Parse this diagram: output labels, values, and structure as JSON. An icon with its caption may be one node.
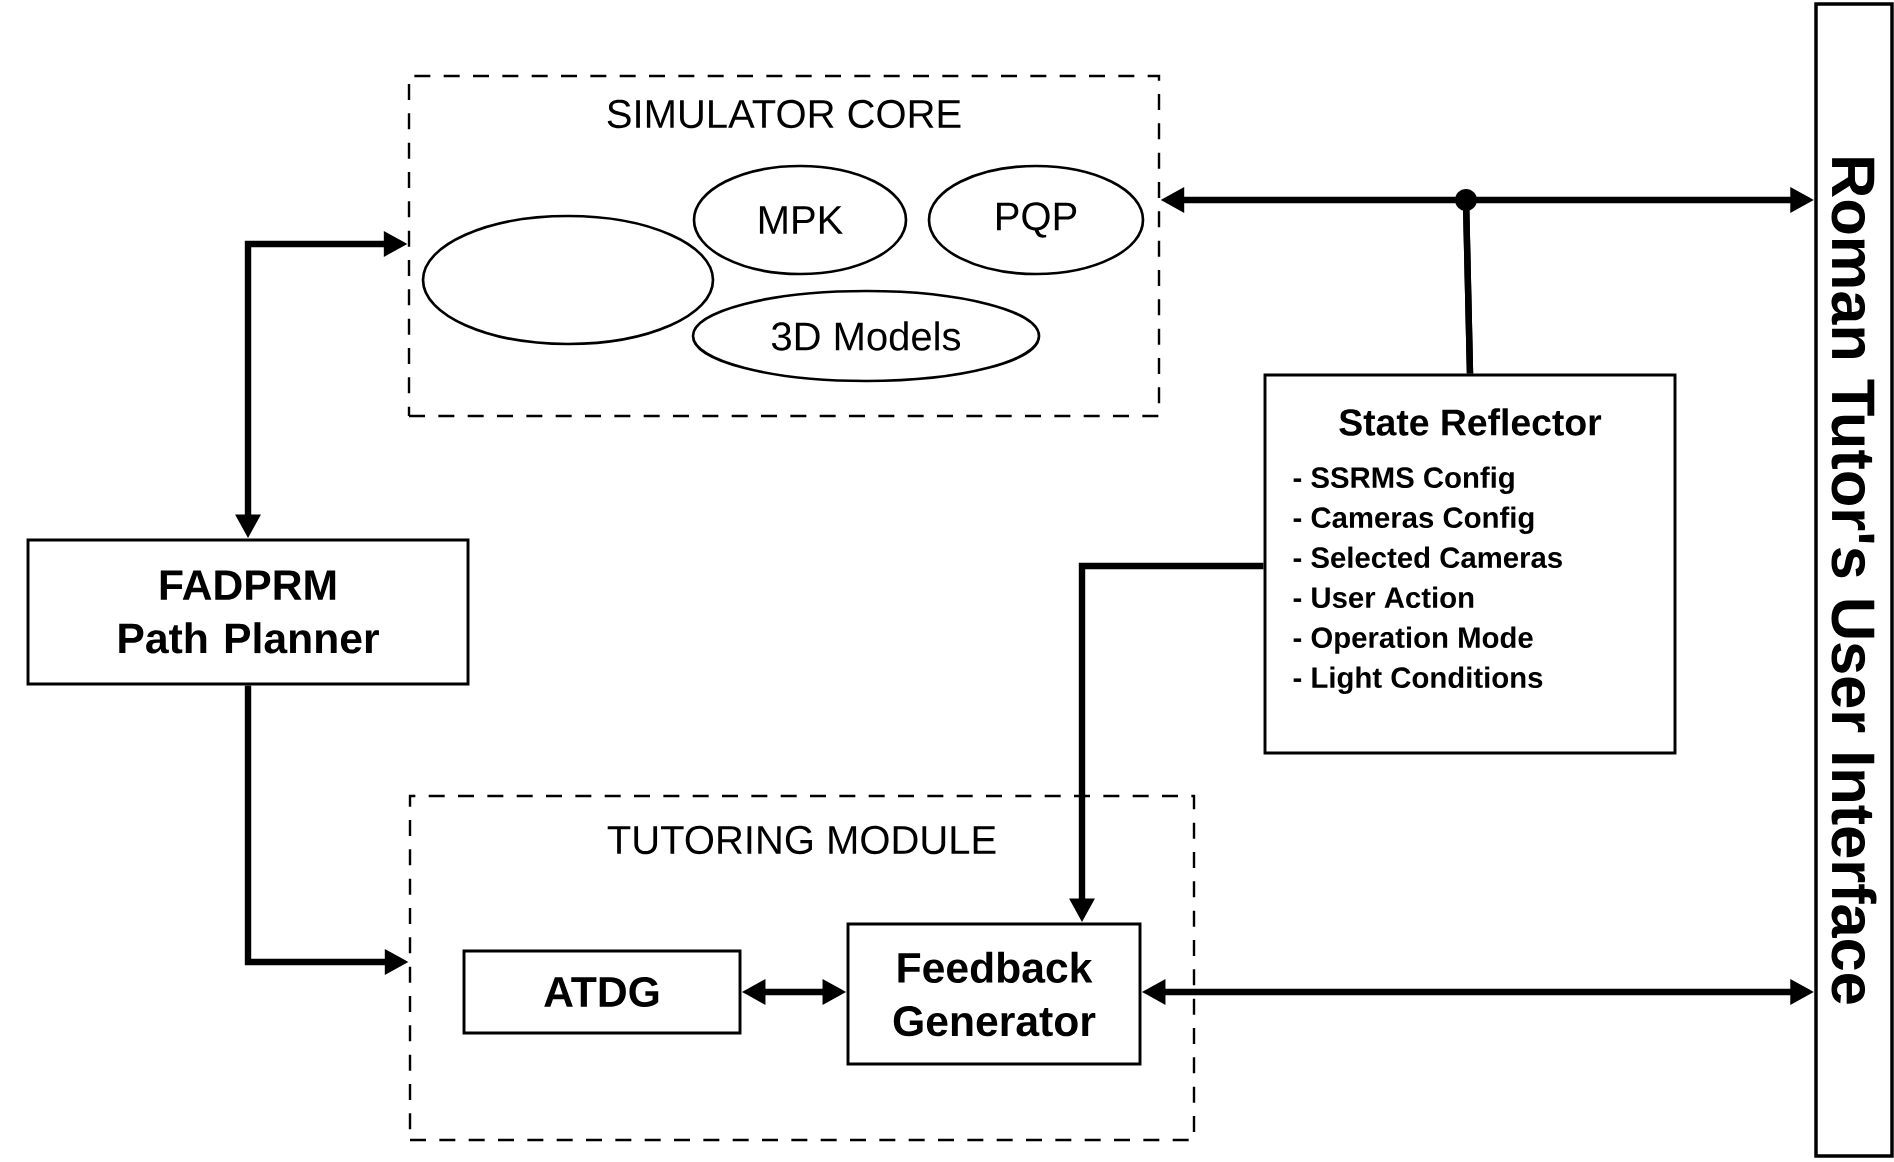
{
  "diagram": {
    "nodes": [
      {
        "text": [
          "SIMULATOR CORE"
        ]
      },
      {
        "text": [],
        "shape": "ellipse",
        "in": 0
      },
      {
        "text": [
          "MPK"
        ],
        "in": 0
      },
      {
        "text": [
          "PQP"
        ],
        "in": 0
      },
      {
        "text": [
          "3D Models"
        ],
        "in": 0
      },
      {
        "text": [
          "FADPRM Path Planner"
        ]
      },
      {
        "text": [
          "State Reflector",
          "- SSRMS Config",
          "- Cameras Config",
          "- Selected Cameras",
          "- User Action",
          "- Operation Mode",
          "- Light Conditions"
        ]
      },
      {
        "text": [
          "TUTORING MODULE"
        ]
      },
      {
        "text": [
          "ATDG"
        ],
        "in": 7
      },
      {
        "text": [
          "Feedback Generator"
        ],
        "in": 7
      },
      {
        "text": [
          "Roman Tutor's User Interface"
        ]
      }
    ],
    "edges": [
      {
        "from": 5,
        "to": 0,
        "arrow": "both"
      },
      {
        "from": 5,
        "to": 7,
        "arrow": "to"
      },
      {
        "from": 6,
        "to": 0,
        "arrow": "to"
      },
      {
        "from": 6,
        "to": 10,
        "arrow": "to"
      },
      {
        "from": 6,
        "to": 9,
        "arrow": "to"
      },
      {
        "from": 8,
        "to": 9,
        "arrow": "both"
      },
      {
        "from": 9,
        "to": 10,
        "arrow": "both"
      }
    ]
  }
}
